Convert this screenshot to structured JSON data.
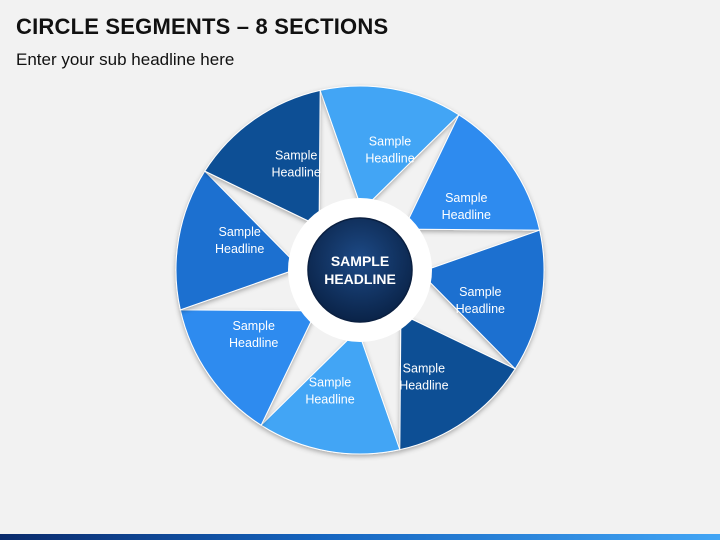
{
  "header": {
    "title": "CIRCLE SEGMENTS – 8 SECTIONS",
    "subtitle": "Enter your sub headline here"
  },
  "center": {
    "line1": "SAMPLE",
    "line2": "HEADLINE",
    "color": "#0d2c5a"
  },
  "segments": [
    {
      "line1": "Sample",
      "line2": "Headline",
      "color": "#42a5f5"
    },
    {
      "line1": "Sample",
      "line2": "Headline",
      "color": "#2e8bef"
    },
    {
      "line1": "Sample",
      "line2": "Headline",
      "color": "#1a6fd0"
    },
    {
      "line1": "Sample",
      "line2": "Headline",
      "color": "#0f4f95"
    },
    {
      "line1": "Sample",
      "line2": "Headline",
      "color": "#42a5f5"
    },
    {
      "line1": "Sample",
      "line2": "Headline",
      "color": "#2e8bef"
    },
    {
      "line1": "Sample",
      "line2": "Headline",
      "color": "#1a6fd0"
    },
    {
      "line1": "Sample",
      "line2": "Headline",
      "color": "#0f4f95"
    }
  ]
}
